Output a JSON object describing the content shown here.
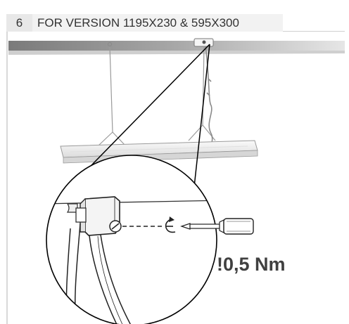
{
  "step": {
    "number": "6",
    "title": "FOR VERSION 1195X230 & 595X300"
  },
  "torque": {
    "value": "!0,5 Nm"
  },
  "colors": {
    "ceiling": "#8c8c8c",
    "line": "#000000",
    "tab_number_bg": "#e8e8e8",
    "tab_title_bg": "#f2f2f2"
  }
}
